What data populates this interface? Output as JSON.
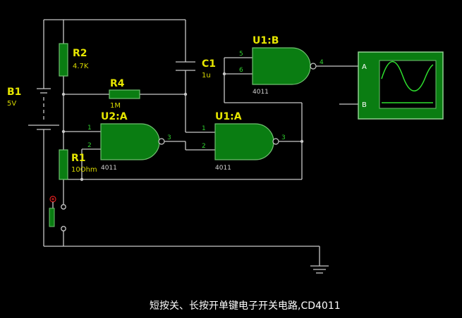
{
  "components": {
    "b1": {
      "ref": "B1",
      "value": "5V"
    },
    "r2": {
      "ref": "R2",
      "value": "4.7K"
    },
    "r4": {
      "ref": "R4",
      "value": "1M"
    },
    "r1": {
      "ref": "R1",
      "value": "10Ohm"
    },
    "c1": {
      "ref": "C1",
      "value": "1u"
    },
    "u1a": {
      "ref": "U1:A",
      "part": "4011",
      "pins": {
        "in1": "1",
        "in2": "2",
        "out": "3"
      }
    },
    "u1b": {
      "ref": "U1:B",
      "part": "4011",
      "pins": {
        "in1": "5",
        "in2": "6",
        "out": "4"
      }
    },
    "u2a": {
      "ref": "U2:A",
      "part": "4011",
      "pins": {
        "in1": "1",
        "in2": "2",
        "out": "3"
      }
    }
  },
  "scope": {
    "channel_a": "A",
    "channel_b": "B"
  },
  "caption": "短按关、长按开单键电子开关电路,CD4011",
  "colors": {
    "background": "#000000",
    "wire": "#c8c8c8",
    "gate_fill": "#0a7d12",
    "label": "#e6e600",
    "pin_label": "#2fd02f"
  }
}
